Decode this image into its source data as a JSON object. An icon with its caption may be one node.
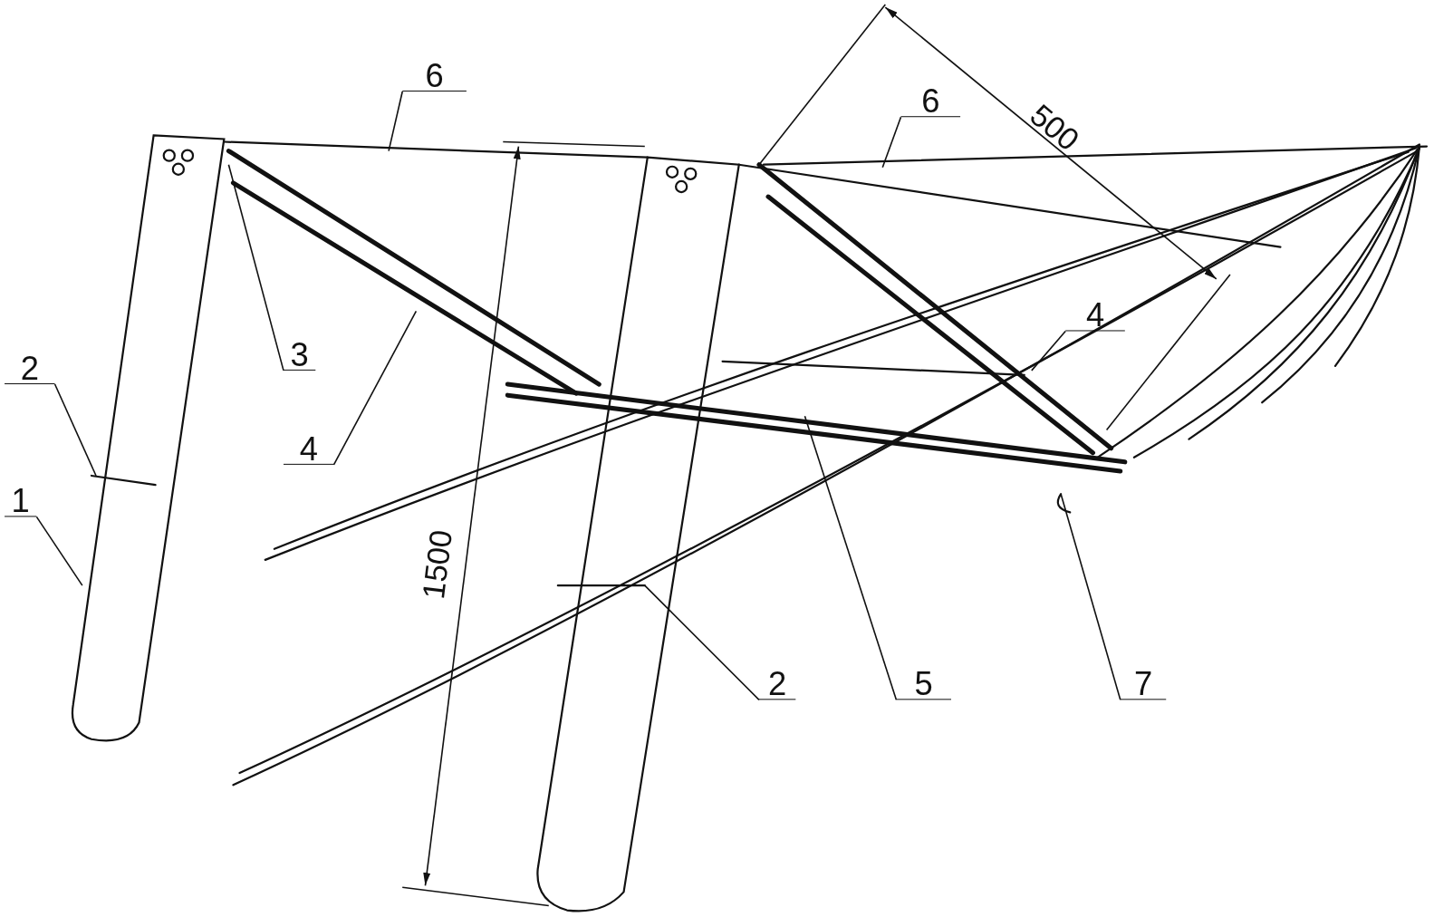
{
  "diagram": {
    "nodes": [
      {
        "text": [
          "6"
        ]
      },
      {
        "text": [
          "6"
        ]
      },
      {
        "text": [
          "4"
        ]
      },
      {
        "text": [
          "3"
        ]
      },
      {
        "text": [
          "2"
        ]
      },
      {
        "text": [
          "4"
        ]
      },
      {
        "text": [
          "1"
        ]
      },
      {
        "text": [
          "2"
        ]
      },
      {
        "text": [
          "5"
        ]
      },
      {
        "text": [
          "7"
        ]
      }
    ],
    "edges": [
      {
        "from": 0,
        "to": null,
        "arrow": "none"
      },
      {
        "from": 1,
        "to": null,
        "arrow": "none"
      },
      {
        "from": 2,
        "to": null,
        "arrow": "none"
      },
      {
        "from": 3,
        "to": null,
        "arrow": "none"
      },
      {
        "from": 4,
        "to": null,
        "arrow": "none"
      },
      {
        "from": 5,
        "to": null,
        "arrow": "none"
      },
      {
        "from": 6,
        "to": null,
        "arrow": "none"
      },
      {
        "from": 7,
        "to": null,
        "arrow": "none"
      },
      {
        "from": 8,
        "to": null,
        "arrow": "none"
      },
      {
        "from": 9,
        "to": null,
        "arrow": "none"
      }
    ],
    "labels": [
      "500",
      "1500"
    ]
  }
}
